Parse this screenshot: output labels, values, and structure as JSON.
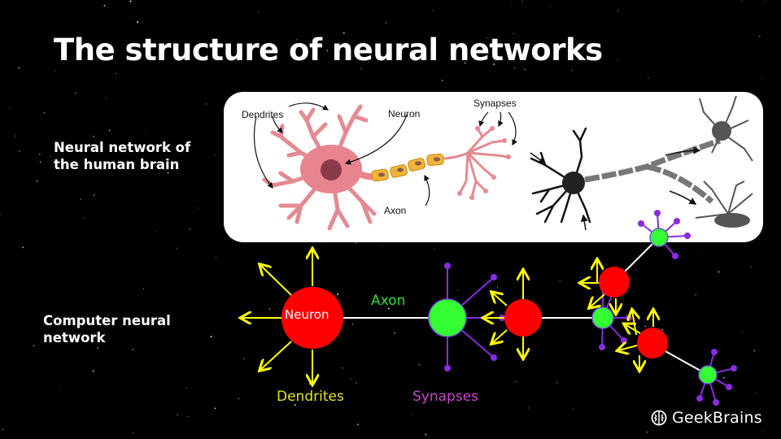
{
  "slide": {
    "title": "The structure of neural networks",
    "section_labels": {
      "brain": "Neural network of the human brain",
      "computer": "Computer neural network"
    }
  },
  "brain_illustration": {
    "labels": {
      "dendrites": "Dendrites",
      "neuron": "Neuron",
      "synapses": "Synapses",
      "axon": "Axon"
    }
  },
  "computer_diagram": {
    "labels": {
      "neuron": "Neuron",
      "axon": "Axon",
      "dendrites": "Dendrites",
      "synapses": "Synapses"
    },
    "colors": {
      "neuron": "#ff0000",
      "synapse_node": "#33ff33",
      "dendrite_arrow": "#ffff00",
      "synapse_branch": "#8a2be2",
      "axon_line": "#ffffff",
      "label_axon": "#33dd33",
      "label_dendrites": "#e6e619",
      "label_synapses": "#cc44cc"
    }
  },
  "branding": {
    "logo_text": "GeekBrains",
    "logo_icon": "brain-icon"
  }
}
